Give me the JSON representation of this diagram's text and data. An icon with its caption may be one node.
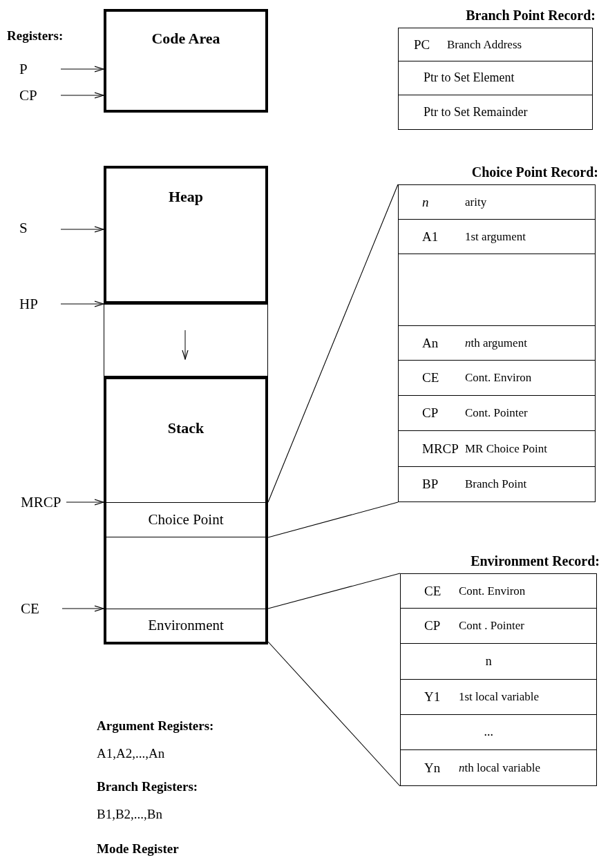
{
  "diagram": {
    "nodes": [
      {
        "text": [
          "Code Area"
        ]
      },
      {
        "text": [
          "P"
        ]
      },
      {
        "text": [
          "CP"
        ]
      },
      {
        "text": [
          "Heap"
        ]
      },
      {
        "text": [
          "S"
        ]
      },
      {
        "text": [
          "HP"
        ]
      },
      {
        "text": [],
        "shape": "box"
      },
      {
        "text": [
          "Stack"
        ]
      },
      {
        "text": [
          "Choice Point"
        ],
        "in": 7
      },
      {
        "text": [
          "Environment"
        ],
        "in": 7
      },
      {
        "text": [
          "MRCP"
        ]
      },
      {
        "text": [
          "CE"
        ]
      },
      {
        "text": [
          "Branch Point Record:"
        ]
      },
      {
        "text": [
          "PC",
          "Branch Address"
        ],
        "in": 12
      },
      {
        "text": [
          "Ptr to Set Element"
        ],
        "in": 12
      },
      {
        "text": [
          "Ptr to Set Remainder"
        ],
        "in": 12
      },
      {
        "text": [
          "Choice Point Record:"
        ]
      },
      {
        "text": [
          "*n*",
          "arity"
        ],
        "in": 16
      },
      {
        "text": [
          "A1",
          "1st argument"
        ],
        "in": 16
      },
      {
        "text": [],
        "shape": "box",
        "in": 16
      },
      {
        "text": [
          "An",
          "nth argument"
        ],
        "in": 16
      },
      {
        "text": [
          "CE",
          "Cont. Environ"
        ],
        "in": 16
      },
      {
        "text": [
          "CP",
          "Cont. Pointer"
        ],
        "in": 16
      },
      {
        "text": [
          "MRCP",
          "MR Choice Point"
        ],
        "in": 16
      },
      {
        "text": [
          "BP",
          "Branch Point"
        ],
        "in": 16
      },
      {
        "text": [
          "Environment Record:"
        ]
      },
      {
        "text": [
          "CE",
          "Cont. Environ"
        ],
        "in": 25
      },
      {
        "text": [
          "CP",
          "Cont . Pointer"
        ],
        "in": 25
      },
      {
        "text": [
          "n"
        ],
        "in": 25
      },
      {
        "text": [
          "Y1",
          "1st local variable"
        ],
        "in": 25
      },
      {
        "text": [
          "..."
        ],
        "in": 25
      },
      {
        "text": [
          "Yn",
          "nth local variable"
        ],
        "in": 25
      }
    ],
    "edges": [
      {
        "from": 1,
        "to": 0,
        "arrow": "to"
      },
      {
        "from": 2,
        "to": 0,
        "arrow": "to"
      },
      {
        "from": 4,
        "to": 3,
        "arrow": "to"
      },
      {
        "from": 5,
        "to": 3,
        "arrow": "to"
      },
      {
        "from": 10,
        "to": 8,
        "arrow": "to"
      },
      {
        "from": 11,
        "to": 9,
        "arrow": "to"
      },
      {
        "from": 8,
        "to": 16,
        "arrow": "none"
      },
      {
        "from": 8,
        "to": 16,
        "arrow": "none"
      },
      {
        "from": 9,
        "to": 25,
        "arrow": "none"
      },
      {
        "from": 9,
        "to": 25,
        "arrow": "none"
      }
    ],
    "labels": [
      "Registers:",
      "Argument Registers:",
      "A1,A2,...,An",
      "Branch Registers:",
      "B1,B2,...,Bn",
      "Mode Register"
    ]
  }
}
